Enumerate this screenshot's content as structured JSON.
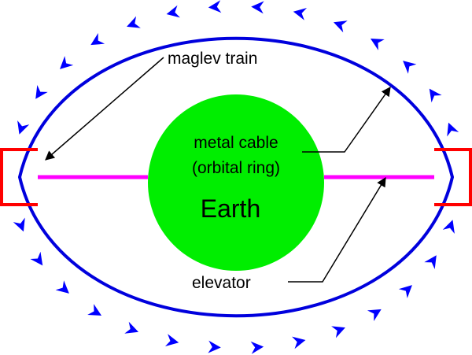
{
  "labels": {
    "maglev_train": "maglev train",
    "metal_cable_line1": "metal cable",
    "metal_cable_line2": "(orbital ring)",
    "earth": "Earth",
    "elevator": "elevator"
  },
  "colors": {
    "ring": "#0000dd",
    "flow_arrows": "#0000ff",
    "earth": "#00ee00",
    "elevator": "#ff00ff",
    "train": "#ff0000",
    "pointer": "#000000",
    "background": "#ffffff"
  },
  "icons": {
    "flow_marker": "chevron-arrow-icon",
    "train_marker": "bracket-icon"
  }
}
